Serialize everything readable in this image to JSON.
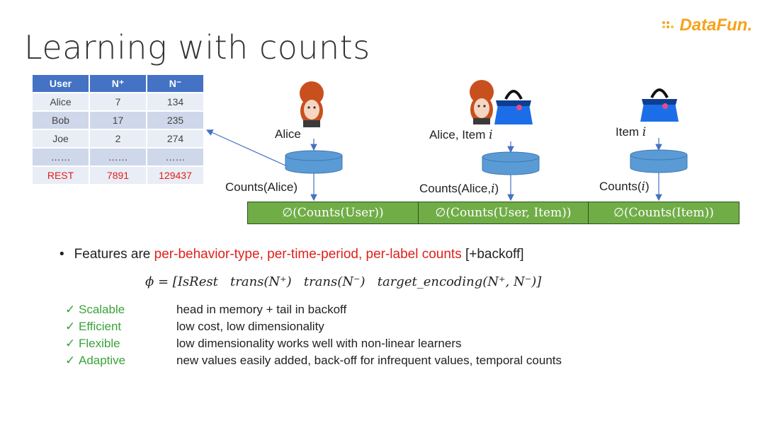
{
  "title": "Learning with counts",
  "logo": {
    "text": "DataFun.",
    "color": "#f7a21b"
  },
  "table": {
    "headers": [
      "User",
      "N⁺",
      "N⁻"
    ],
    "rows": [
      [
        "Alice",
        "7",
        "134"
      ],
      [
        "Bob",
        "17",
        "235"
      ],
      [
        "Joe",
        "2",
        "274"
      ],
      [
        "……",
        "……",
        "……"
      ],
      [
        "REST",
        "7891",
        "129437"
      ]
    ],
    "header_color": "#4472c4",
    "rest_color": "#e0201b"
  },
  "diagram": {
    "alice_label": "Alice",
    "alice_item_label": "Alice, Item ",
    "item_label": "Item ",
    "item_var": "i",
    "counts_alice": "Counts(Alice)",
    "counts_alice_item_prefix": "Counts(Alice,",
    "counts_alice_item_suffix": ")",
    "counts_item_prefix": "Counts(",
    "counts_item_suffix": ")",
    "icons": [
      "alice-avatar-icon",
      "handbag-icon",
      "database-icon"
    ]
  },
  "bars": [
    {
      "text": "∅(Counts(User))"
    },
    {
      "text": "∅(Counts(User, Item))"
    },
    {
      "text": "∅(Counts(Item))"
    }
  ],
  "bar_color": "#70ad47",
  "features": {
    "bullet": "•",
    "lead": "Features are ",
    "highlight": "per-behavior-type, per-time-period, per-label counts",
    "tail": " [+backoff]"
  },
  "formula": "ϕ = [IsRest   trans(N⁺)   trans(N⁻)   target_encoding(N⁺, N⁻)]",
  "checklist": [
    {
      "mark": "✓",
      "term": "Scalable",
      "desc": "head in memory + tail in backoff"
    },
    {
      "mark": "✓",
      "term": "Efficient",
      "desc": "low cost, low dimensionality"
    },
    {
      "mark": "✓",
      "term": "Flexible",
      "desc": "low dimensionality works well with non-linear learners"
    },
    {
      "mark": "✓",
      "term": "Adaptive",
      "desc": "new values easily added, back-off for infrequent values, temporal counts"
    }
  ],
  "check_color": "#3aa33a"
}
